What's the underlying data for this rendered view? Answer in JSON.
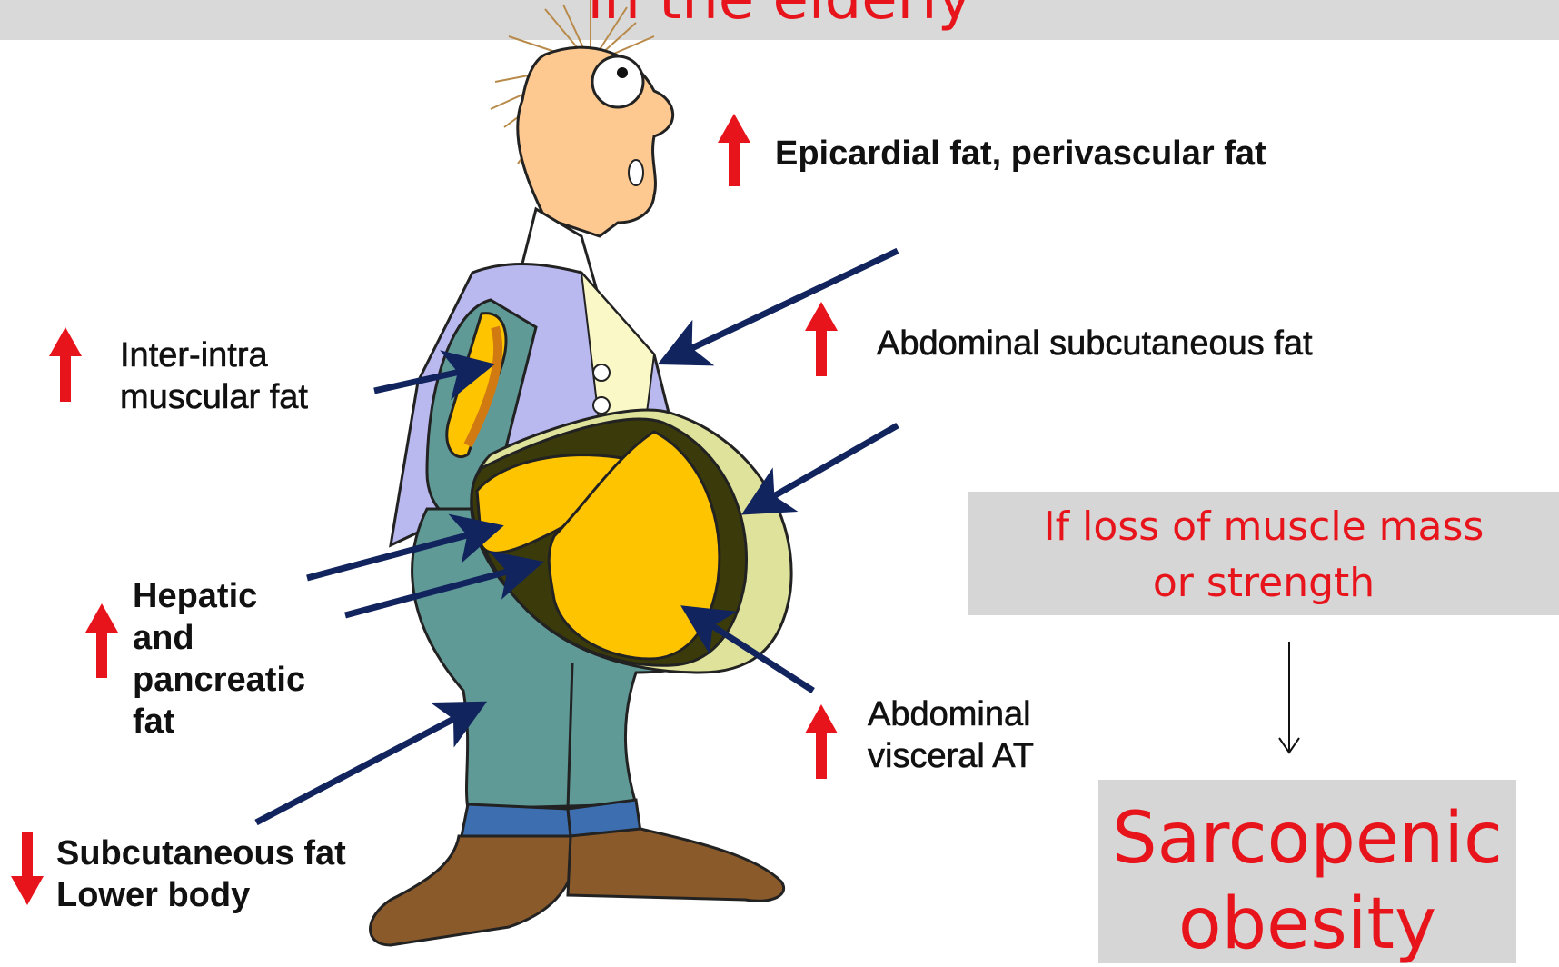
{
  "title": {
    "visible_text": "in the elderly"
  },
  "labels": {
    "epicardial": "Epicardial fat, perivascular fat",
    "abdominal_subcutaneous": "Abdominal subcutaneous fat",
    "inter_intra_line1": "Inter-intra",
    "inter_intra_line2": "muscular fat",
    "hepatic_line1": "Hepatic",
    "hepatic_line2": "and",
    "hepatic_line3": "pancreatic",
    "hepatic_line4": "fat",
    "visceral_line1": "Abdominal",
    "visceral_line2": "visceral AT",
    "subcutaneous_line1": "Subcutaneous fat",
    "subcutaneous_line2": "Lower body"
  },
  "trend_arrows": {
    "epicardial": "up",
    "abdominal_subcutaneous": "up",
    "inter_intra_muscular": "up",
    "hepatic_pancreatic": "up",
    "abdominal_visceral": "up",
    "subcutaneous_lower_body": "down"
  },
  "callouts": {
    "condition_line1": "If loss of muscle mass",
    "condition_line2": "or strength",
    "result_line1": "Sarcopenic",
    "result_line2": "obesity"
  },
  "colors": {
    "title_red": "#e8141c",
    "trend_arrow": "#e8141c",
    "pointer_arrow": "#12245e",
    "fat_yellow": "#ffc400",
    "trousers": "#5f9a97",
    "shirt": "#b9b9f0",
    "shoes": "#8a5a2b",
    "callout_bg": "#d6d6d6"
  }
}
